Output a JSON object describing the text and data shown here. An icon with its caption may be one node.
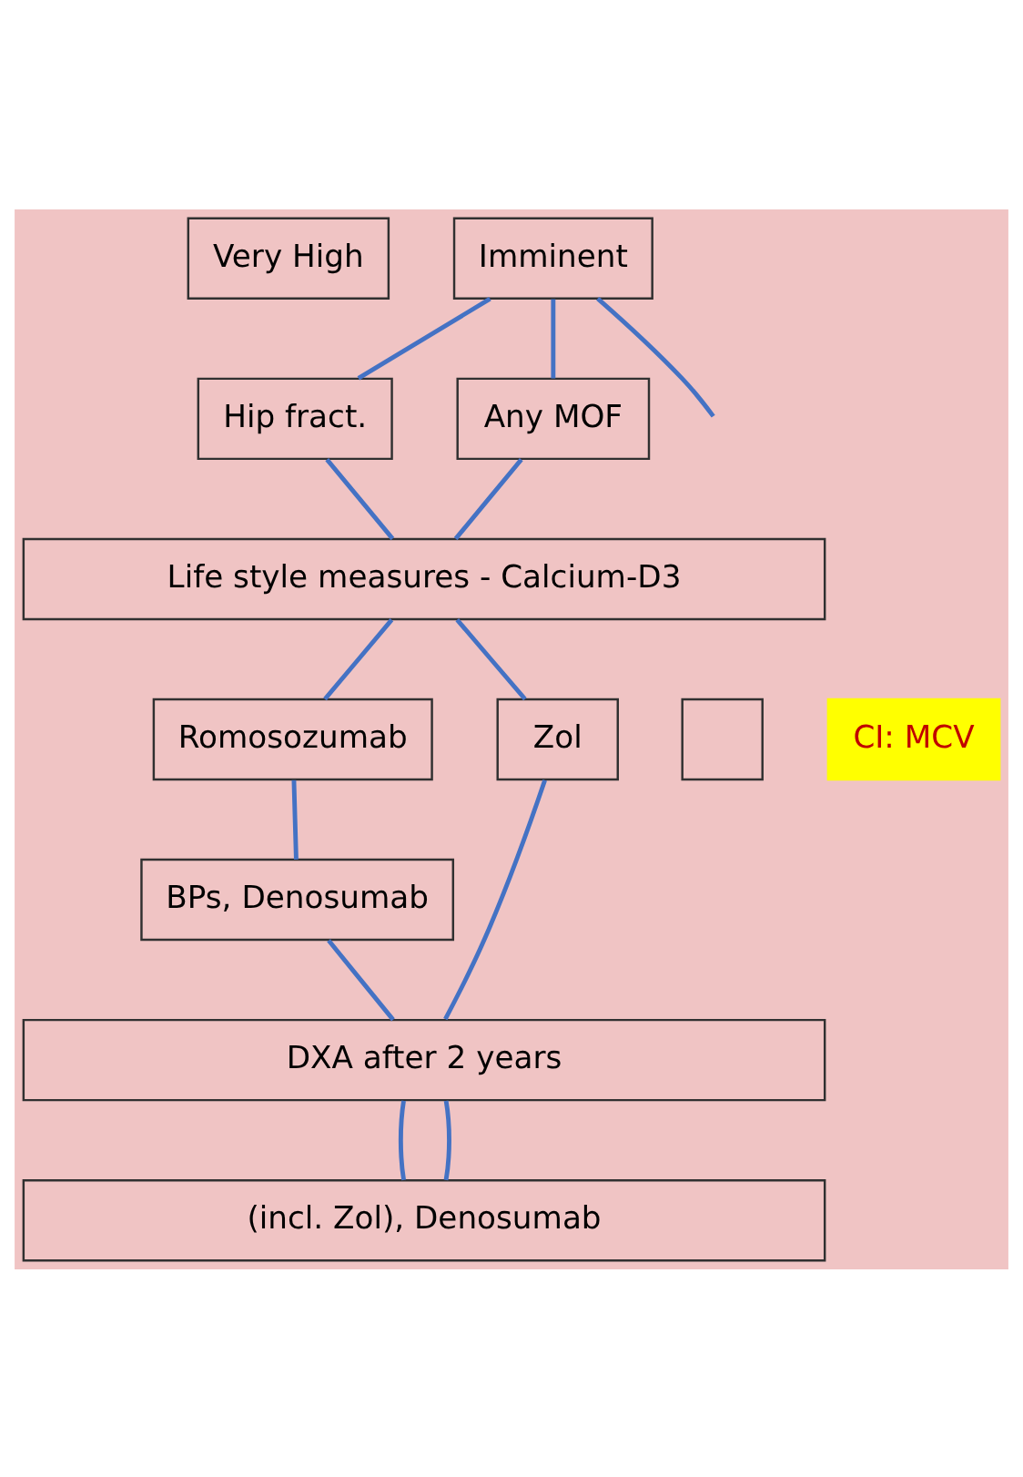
{
  "diagram": {
    "nodes": [
      {
        "text": [
          "Very High"
        ]
      },
      {
        "text": [
          "Imminent"
        ]
      },
      {
        "text": [
          "Hip fract."
        ]
      },
      {
        "text": [
          "Any MOF"
        ]
      },
      {
        "text": [
          "Life style measures - Calcium-D3"
        ]
      },
      {
        "text": [
          "Romosozumab"
        ]
      },
      {
        "text": [],
        "shape": "box"
      },
      {
        "text": [
          "Zol"
        ]
      },
      {
        "text": [
          "BPs, Denosumab"
        ]
      },
      {
        "text": [
          "DXA after 2 years"
        ]
      },
      {
        "text": [
          "(incl. Zol), Denosumab"
        ]
      },
      {
        "text": [
          "CI: MCV"
        ]
      }
    ],
    "edges": [
      {
        "from": 1,
        "to": null,
        "arrow": "none"
      },
      {
        "from": 1,
        "to": 2,
        "arrow": "none"
      },
      {
        "from": 1,
        "to": 3,
        "arrow": "none"
      },
      {
        "from": 2,
        "to": 4,
        "arrow": "none"
      },
      {
        "from": 3,
        "to": 4,
        "arrow": "none"
      },
      {
        "from": 4,
        "to": 7,
        "arrow": "none"
      },
      {
        "from": 4,
        "to": 5,
        "arrow": "none"
      },
      {
        "from": 5,
        "to": 8,
        "arrow": "none"
      },
      {
        "from": 7,
        "to": 9,
        "arrow": "none"
      },
      {
        "from": 8,
        "to": 9,
        "arrow": "none"
      },
      {
        "from": 9,
        "to": 10,
        "arrow": "none"
      },
      {
        "from": 9,
        "to": 10,
        "arrow": "none"
      }
    ]
  }
}
